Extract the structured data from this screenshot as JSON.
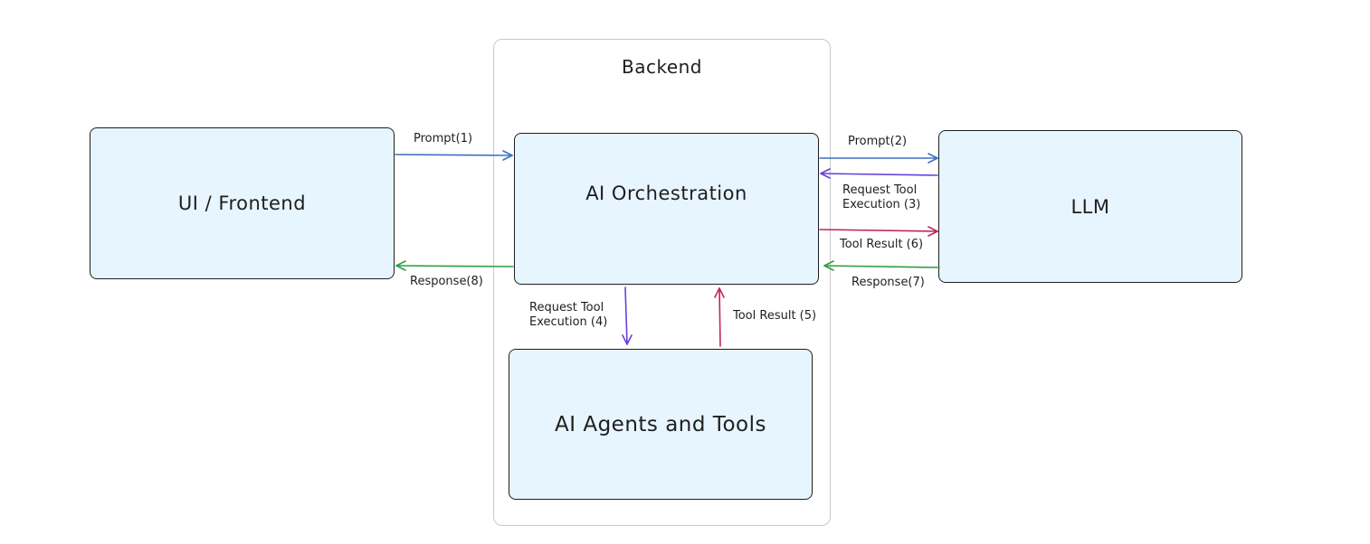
{
  "colors": {
    "node_fill": "#e7f5ff",
    "node_stroke": "#1e1e1e",
    "prompt": "#3b6fc4",
    "request_tool": "#6741d9",
    "tool_result": "#c2255c",
    "response": "#2f9e44",
    "group_border": "#c9c9c9"
  },
  "diagram": {
    "group": {
      "title": "Backend"
    },
    "nodes": {
      "frontend": "UI / Frontend",
      "orchestration": "AI Orchestration",
      "llm": "LLM",
      "agents": "AI Agents and Tools"
    },
    "edges": {
      "prompt_1": "Prompt(1)",
      "prompt_2": "Prompt(2)",
      "request_tool_3": "Request Tool\nExecution (3)",
      "request_tool_4": "Request Tool\nExecution (4)",
      "tool_result_5": "Tool Result (5)",
      "tool_result_6": "Tool Result (6)",
      "response_7": "Response(7)",
      "response_8": "Response(8)"
    }
  }
}
